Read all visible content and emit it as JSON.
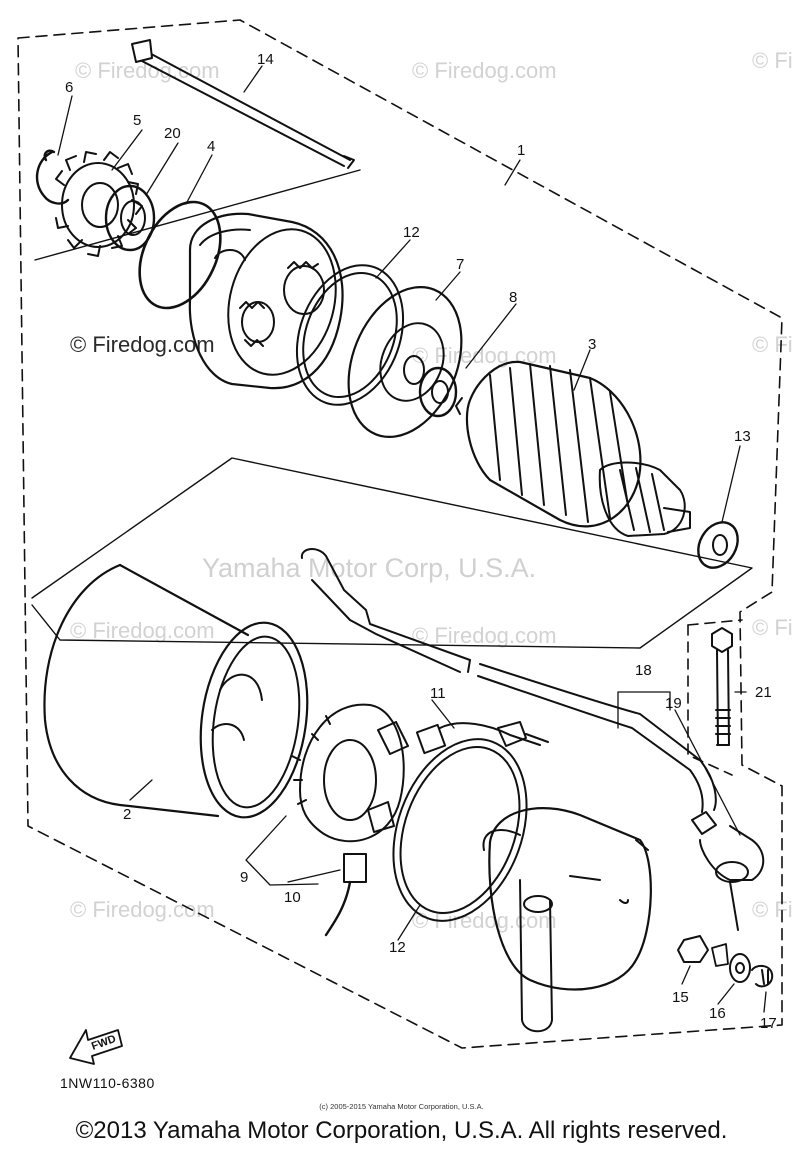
{
  "watermarks": {
    "firedog": "© Firedog.com",
    "firedog_partial": "© Fi",
    "yamaha": "Yamaha Motor Corp, U.S.A."
  },
  "callouts": {
    "c1": "1",
    "c2": "2",
    "c3": "3",
    "c4": "4",
    "c5": "5",
    "c6": "6",
    "c7": "7",
    "c8": "8",
    "c9": "9",
    "c10": "10",
    "c11": "11",
    "c12a": "12",
    "c12b": "12",
    "c13": "13",
    "c14": "14",
    "c15": "15",
    "c16": "16",
    "c17": "17",
    "c18": "18",
    "c19": "19",
    "c20": "20",
    "c21": "21"
  },
  "fwd_label": "FWD",
  "part_number": "1NW110-6380",
  "small_copyright": "(c) 2005-2015 Yamaha Motor Corporation, U.S.A.",
  "copyright": "©2013 Yamaha Motor Corporation, U.S.A. All rights reserved."
}
